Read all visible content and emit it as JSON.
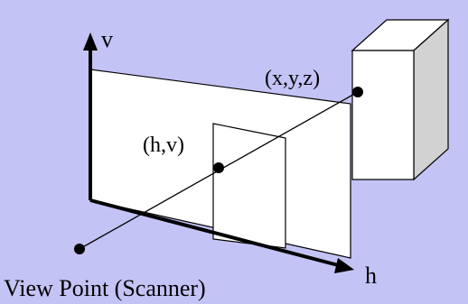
{
  "colors": {
    "background": "#c4c3f5",
    "plane_fill": "#ffffff",
    "box_front": "#ffffff",
    "box_top": "#ffffff",
    "box_side": "#d2d2d2",
    "stroke": "#000000"
  },
  "labels": {
    "v_axis": "v",
    "h_axis": "h",
    "image_point": "(h,v)",
    "object_point": "(x,y,z)",
    "view_point": "View Point (Scanner)"
  }
}
